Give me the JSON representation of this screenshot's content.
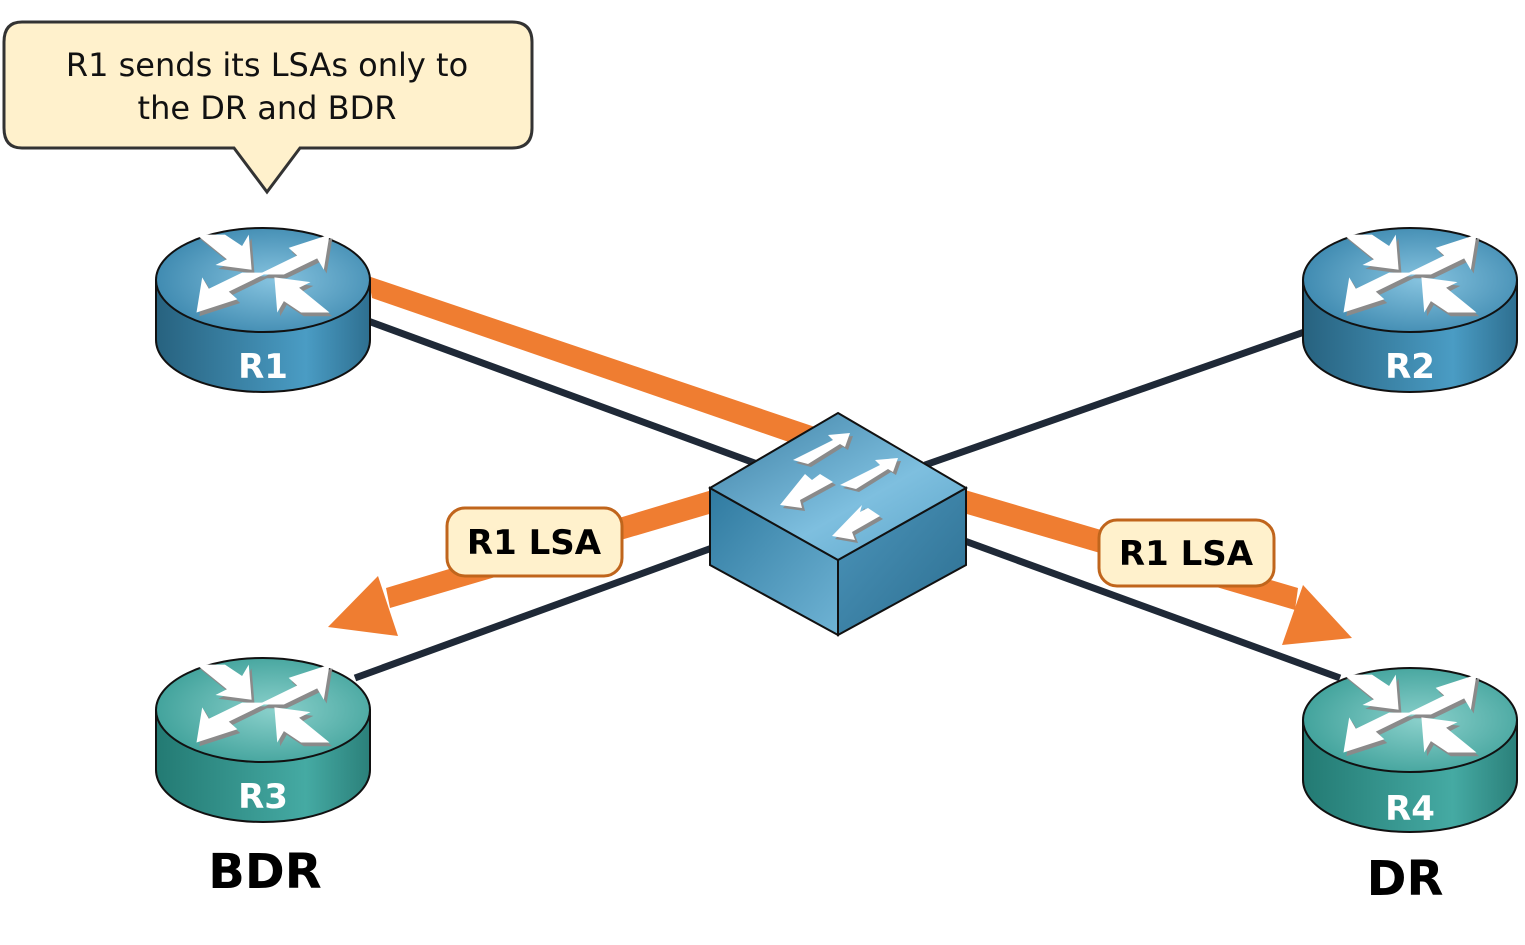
{
  "callout": {
    "line1": "R1 sends its LSAs only to",
    "line2": "the DR and BDR",
    "fill": "#fff1cc",
    "stroke": "#333333"
  },
  "routers": [
    {
      "id": "R1",
      "label": "R1",
      "role": "",
      "color": "blue"
    },
    {
      "id": "R2",
      "label": "R2",
      "role": "",
      "color": "blue"
    },
    {
      "id": "R3",
      "label": "R3",
      "role": "BDR",
      "color": "teal"
    },
    {
      "id": "R4",
      "label": "R4",
      "role": "DR",
      "color": "teal"
    }
  ],
  "switch": {
    "name": "switch"
  },
  "lsa_labels": {
    "left": "R1 LSA",
    "right": "R1 LSA",
    "fill": "#fff1cc",
    "stroke": "#c0651c"
  },
  "colors": {
    "link": "#1f2937",
    "flow": "#ef7d31",
    "router_blue": "#3f8bb1",
    "router_teal": "#3ea39e"
  }
}
